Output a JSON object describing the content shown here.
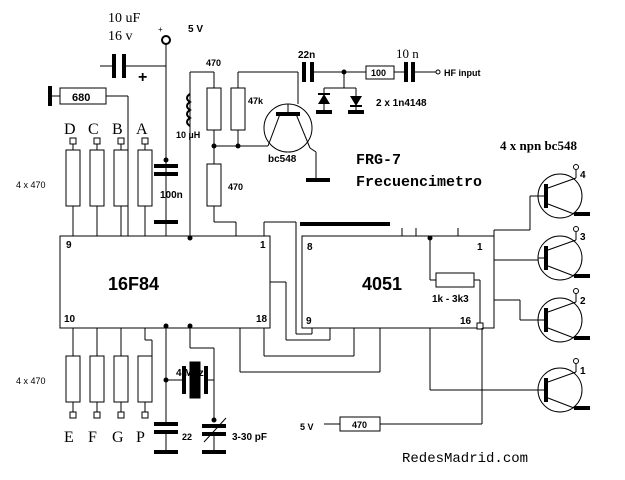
{
  "title": {
    "model": "FRG-7",
    "name": "Frecuencimetro",
    "footer": "RedesMadrid.com"
  },
  "supply": {
    "cap_value": "10 uF",
    "cap_voltage": "16 v",
    "plus_sign": "+",
    "vcc_label": "5 V",
    "vcc_bottom": "5 V"
  },
  "input_stage": {
    "r_top": "470",
    "inductor": "10 µH",
    "r_47k": "47k",
    "transistor": "bc548",
    "r_emitter": "470",
    "cap_22n": "22n",
    "r_100": "100",
    "cap_10n": "10 n",
    "hf_input": "HF input",
    "diodes": "2 x 1n4148"
  },
  "pic": {
    "name": "16F84",
    "pin_9": "9",
    "pin_1": "1",
    "pin_10": "10",
    "pin_18": "18",
    "decoupling": "100n",
    "reset_resistor": "680"
  },
  "top_resistors": {
    "label": "4 x 470",
    "pins": [
      "D",
      "C",
      "B",
      "A"
    ]
  },
  "bottom_resistors": {
    "label": "4 x 470",
    "pins": [
      "E",
      "F",
      "G",
      "P"
    ]
  },
  "mux": {
    "name": "4051",
    "pin_8": "8",
    "pin_1": "1",
    "pin_9": "9",
    "pin_16": "16",
    "resistor": "1k - 3k3"
  },
  "crystal": {
    "freq": "4 Mhz",
    "cap_fixed": "22",
    "cap_trim": "3-30 pF"
  },
  "drivers": {
    "label": "4 x npn bc548",
    "numbers": [
      "4",
      "3",
      "2",
      "1"
    ]
  },
  "bottom_resistor": {
    "value": "470"
  }
}
